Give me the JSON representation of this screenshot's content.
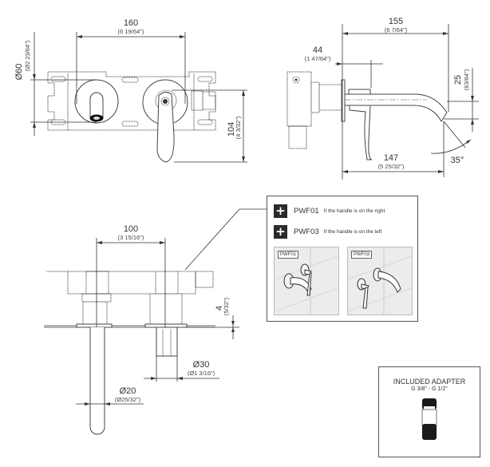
{
  "front_view": {
    "width_dim": {
      "value": "160",
      "imperial": "(6 19/64\")"
    },
    "diameter_dim": {
      "value": "Ø60",
      "imperial": "(Ø2 23/64\")"
    },
    "height_dim": {
      "value": "104",
      "imperial": "(4 3/32\")"
    }
  },
  "side_view": {
    "overall_dim": {
      "value": "155",
      "imperial": "(6 7/64\")"
    },
    "depth_dim": {
      "value": "44",
      "imperial": "(1 47/64\")"
    },
    "spout_dim": {
      "value": "147",
      "imperial": "(5 25/32\")"
    },
    "drop_dim": {
      "value": "25",
      "imperial": "(63/64\")"
    },
    "angle_dim": {
      "value": "35°"
    }
  },
  "top_view": {
    "spacing_dim": {
      "value": "100",
      "imperial": "(3 15/16\")"
    },
    "offset_dim": {
      "value": "4",
      "imperial": "(5/32\")"
    },
    "outlet_dim": {
      "value": "Ø30",
      "imperial": "(Ø1 3/16\")"
    },
    "spout_dia_dim": {
      "value": "Ø20",
      "imperial": "(Ø25/32\")"
    }
  },
  "variants": {
    "items": [
      {
        "icon": "plus-icon",
        "code": "PWF01",
        "description": "If the handle is on the right"
      },
      {
        "icon": "plus-icon",
        "code": "PWF03",
        "description": "If the handle is on the left"
      }
    ],
    "thumbnails": [
      {
        "tag": "PWF01"
      },
      {
        "tag": "PWF03"
      }
    ]
  },
  "adapter": {
    "title": "INCLUDED ADAPTER",
    "spec": "G 3/8\" - G 1/2\""
  }
}
